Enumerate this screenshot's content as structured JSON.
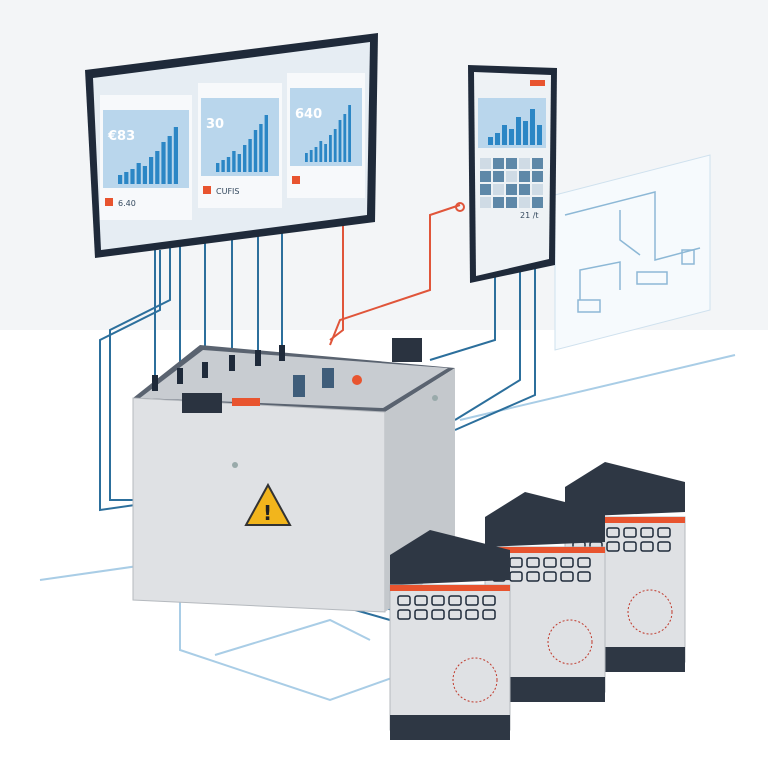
{
  "monitor": {
    "panels": [
      {
        "value": "€83",
        "caption": "6.40"
      },
      {
        "value": "30",
        "caption": "CUFIS"
      },
      {
        "value": "640",
        "caption": ""
      }
    ]
  },
  "tablet": {
    "caption": "21 /t"
  },
  "colors": {
    "frame": "#1f2a3a",
    "screen_bg": "#e6edf3",
    "chart_bg": "#b9d6ec",
    "bar": "#2b86c5",
    "cable_blue": "#2c6f9c",
    "cable_red": "#e0553a",
    "cabinet": "#dfe1e4",
    "accent_orange": "#e8542f",
    "warning": "#f2b51c",
    "floor_lines": "#a9cde6"
  }
}
